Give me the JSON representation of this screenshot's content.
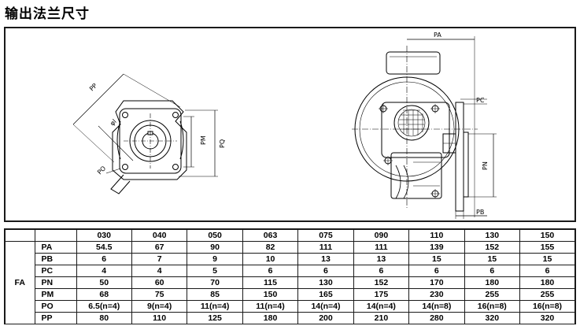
{
  "page": {
    "title": "输出法兰尺寸"
  },
  "drawing": {
    "front_view_labels": {
      "pp": "PP",
      "phi": "φl",
      "pm": "PM",
      "pq": "PQ",
      "po": "PO"
    },
    "side_view_labels": {
      "pa": "PA",
      "pc": "PC",
      "pn": "PN",
      "pb": "PB"
    }
  },
  "table": {
    "group_label": "FA",
    "sizes": [
      "030",
      "040",
      "050",
      "063",
      "075",
      "090",
      "110",
      "130",
      "150"
    ],
    "rows": [
      {
        "label": "PA",
        "values": [
          "54.5",
          "67",
          "90",
          "82",
          "111",
          "111",
          "139",
          "152",
          "155"
        ]
      },
      {
        "label": "PB",
        "values": [
          "6",
          "7",
          "9",
          "10",
          "13",
          "13",
          "15",
          "15",
          "15"
        ]
      },
      {
        "label": "PC",
        "values": [
          "4",
          "4",
          "5",
          "6",
          "6",
          "6",
          "6",
          "6",
          "6"
        ]
      },
      {
        "label": "PN",
        "values": [
          "50",
          "60",
          "70",
          "115",
          "130",
          "152",
          "170",
          "180",
          "180"
        ]
      },
      {
        "label": "PM",
        "values": [
          "68",
          "75",
          "85",
          "150",
          "165",
          "175",
          "230",
          "255",
          "255"
        ]
      },
      {
        "label": "PO",
        "values": [
          "6.5(n=4)",
          "9(n=4)",
          "11(n=4)",
          "11(n=4)",
          "14(n=4)",
          "14(n=4)",
          "14(n=8)",
          "16(n=8)",
          "16(n=8)"
        ]
      },
      {
        "label": "PP",
        "values": [
          "80",
          "110",
          "125",
          "180",
          "200",
          "210",
          "280",
          "320",
          "320"
        ]
      }
    ]
  }
}
